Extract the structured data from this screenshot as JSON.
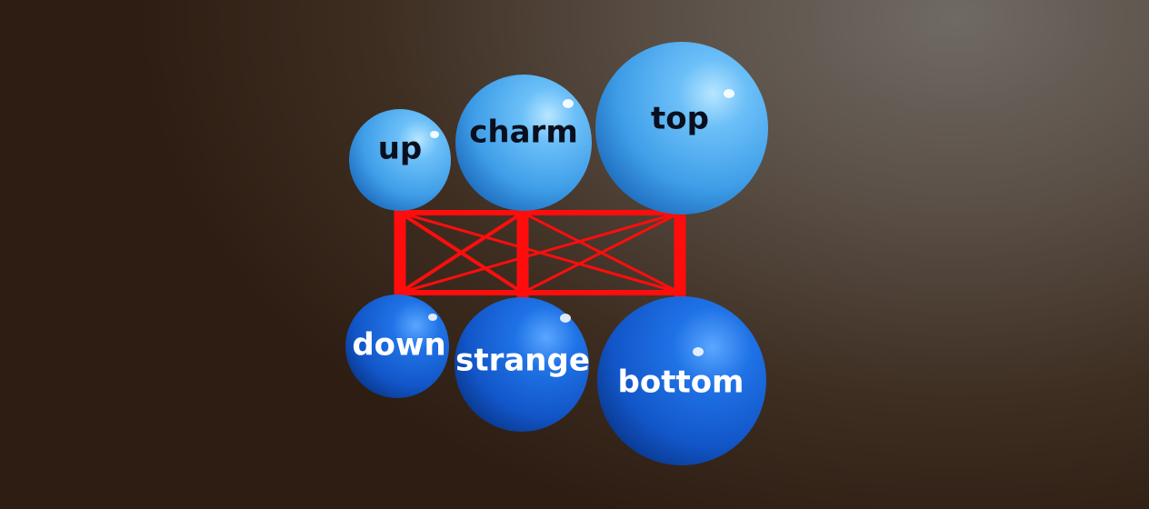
{
  "diagram": {
    "top_spheres": [
      {
        "label": "up"
      },
      {
        "label": "charm"
      },
      {
        "label": "top"
      }
    ],
    "bottom_spheres": [
      {
        "label": "down"
      },
      {
        "label": "strange"
      },
      {
        "label": "bottom"
      }
    ],
    "colors": {
      "top_sphere": "#4aa8f0",
      "bottom_sphere": "#1565d8",
      "connector": "#ff0d0d",
      "top_text": "#0a0f1e",
      "bottom_text": "#ffffff"
    }
  }
}
